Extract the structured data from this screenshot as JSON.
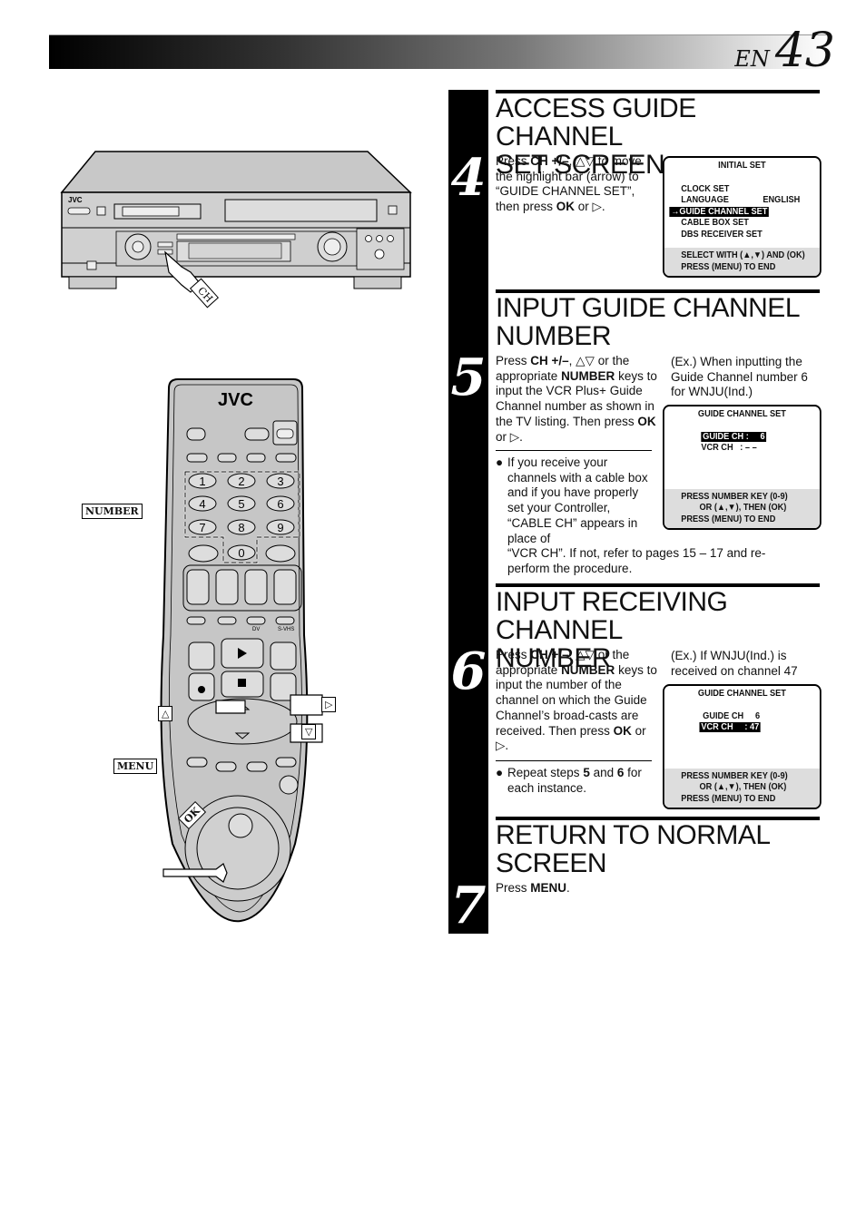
{
  "header": {
    "lang": "EN",
    "page_number": "43"
  },
  "illustrations": {
    "vcr": {
      "brand": "JVC",
      "pointer_label": "CH"
    },
    "remote": {
      "brand": "JVC",
      "number_keys": [
        "1",
        "2",
        "3",
        "4",
        "5",
        "6",
        "7",
        "8",
        "9",
        "0"
      ],
      "labels": {
        "number": "NUMBER",
        "up": "△",
        "right": "▷",
        "down": "▽",
        "menu": "MENU",
        "ok": "OK"
      },
      "small_labels": {
        "dv": "DV",
        "svhs": "S-VHS"
      }
    }
  },
  "steps": [
    {
      "number": "4",
      "title": [
        "ACCESS GUIDE CHANNEL",
        "SET SCREEN"
      ],
      "instructions": [
        "Press ",
        "CH +/–",
        ", △▽ to move the highlight bar (arrow) to “GUIDE CHANNEL SET”, then press ",
        "OK",
        " or ▷."
      ],
      "osd": {
        "title": "INITIAL SET",
        "items": [
          "CLOCK SET",
          "LANGUAGE",
          "GUIDE CHANNEL SET",
          "CABLE BOX SET",
          "DBS RECEIVER SET"
        ],
        "language_value": "ENGLISH",
        "selected_item": "GUIDE CHANNEL SET",
        "footer": [
          "SELECT WITH (▲,▼) AND (OK)",
          "PRESS (MENU) TO END"
        ]
      }
    },
    {
      "number": "5",
      "title": [
        "INPUT GUIDE CHANNEL",
        "NUMBER"
      ],
      "instructions": [
        "Press ",
        "CH +/–",
        ", △▽ or the appropriate ",
        "NUMBER",
        " keys to input the VCR Plus+ Guide Channel number as shown in the TV listing. Then press ",
        "OK",
        " or ▷."
      ],
      "bullet": "If you receive your channels with a cable box and if you have properly set your Controller, “CABLE CH” appears in place of",
      "bullet_cont": "“VCR CH”. If not, refer to pages 15 – 17 and re-perform the procedure.",
      "example": "(Ex.) When inputting the Guide Channel number 6 for WNJU(Ind.)",
      "osd": {
        "title": "GUIDE CHANNEL SET",
        "guide_ch_label": "GUIDE CH :",
        "guide_ch_value": "6",
        "vcr_ch_label": "VCR CH",
        "vcr_ch_value": ": – –",
        "footer": [
          "PRESS NUMBER KEY (0-9)",
          "OR (▲,▼),  THEN (OK)",
          "PRESS (MENU) TO END"
        ]
      }
    },
    {
      "number": "6",
      "title": [
        "INPUT RECEIVING CHANNEL",
        "NUMBER"
      ],
      "instructions": [
        "Press ",
        "CH +/–",
        ", △▽ or the appropriate ",
        "NUMBER",
        " keys to input the number of the channel on which the Guide Channel’s broad-casts are received. Then press ",
        "OK",
        " or ▷."
      ],
      "bullet": [
        "Repeat steps ",
        "5",
        " and ",
        "6",
        " for each instance."
      ],
      "example": "(Ex.) If WNJU(Ind.) is received on channel 47",
      "osd": {
        "title": "GUIDE CHANNEL SET",
        "guide_ch_label": "GUIDE CH",
        "guide_ch_value": "6",
        "vcr_ch_label": "VCR CH",
        "vcr_ch_value": ": 47",
        "footer": [
          "PRESS NUMBER KEY (0-9)",
          "OR (▲,▼),  THEN (OK)",
          "PRESS (MENU) TO END"
        ]
      }
    },
    {
      "number": "7",
      "title": [
        "RETURN TO NORMAL",
        "SCREEN"
      ],
      "instructions": [
        "Press ",
        "MENU",
        "."
      ]
    }
  ]
}
